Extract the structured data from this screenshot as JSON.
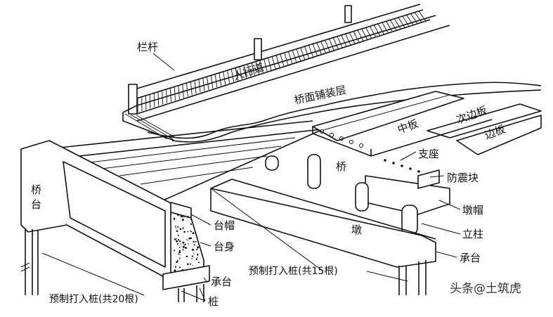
{
  "diagram": {
    "labels": {
      "railing": "栏杆",
      "sidewalk": "人行道",
      "deck_paving": "桥面铺装层",
      "middle_slab": "中板",
      "secondary_edge_slab": "次边板",
      "edge_slab": "边板",
      "bearing": "支座",
      "seismic_block": "防震块",
      "abutment_top": "桥",
      "abutment_bottom": "台",
      "bridge_short": "桥",
      "pier_cap": "墩帽",
      "column": "立柱",
      "pier": "墩",
      "pile_cap_right": "承台",
      "abutment_cap": "台帽",
      "abutment_body": "台身",
      "pile_cap_left": "承台",
      "pile": "桩",
      "precast_pile_15": "预制打入桩(共15根)",
      "precast_pile_20": "预制打入桩(共20根)"
    },
    "watermark": "头条@土筑虎"
  }
}
